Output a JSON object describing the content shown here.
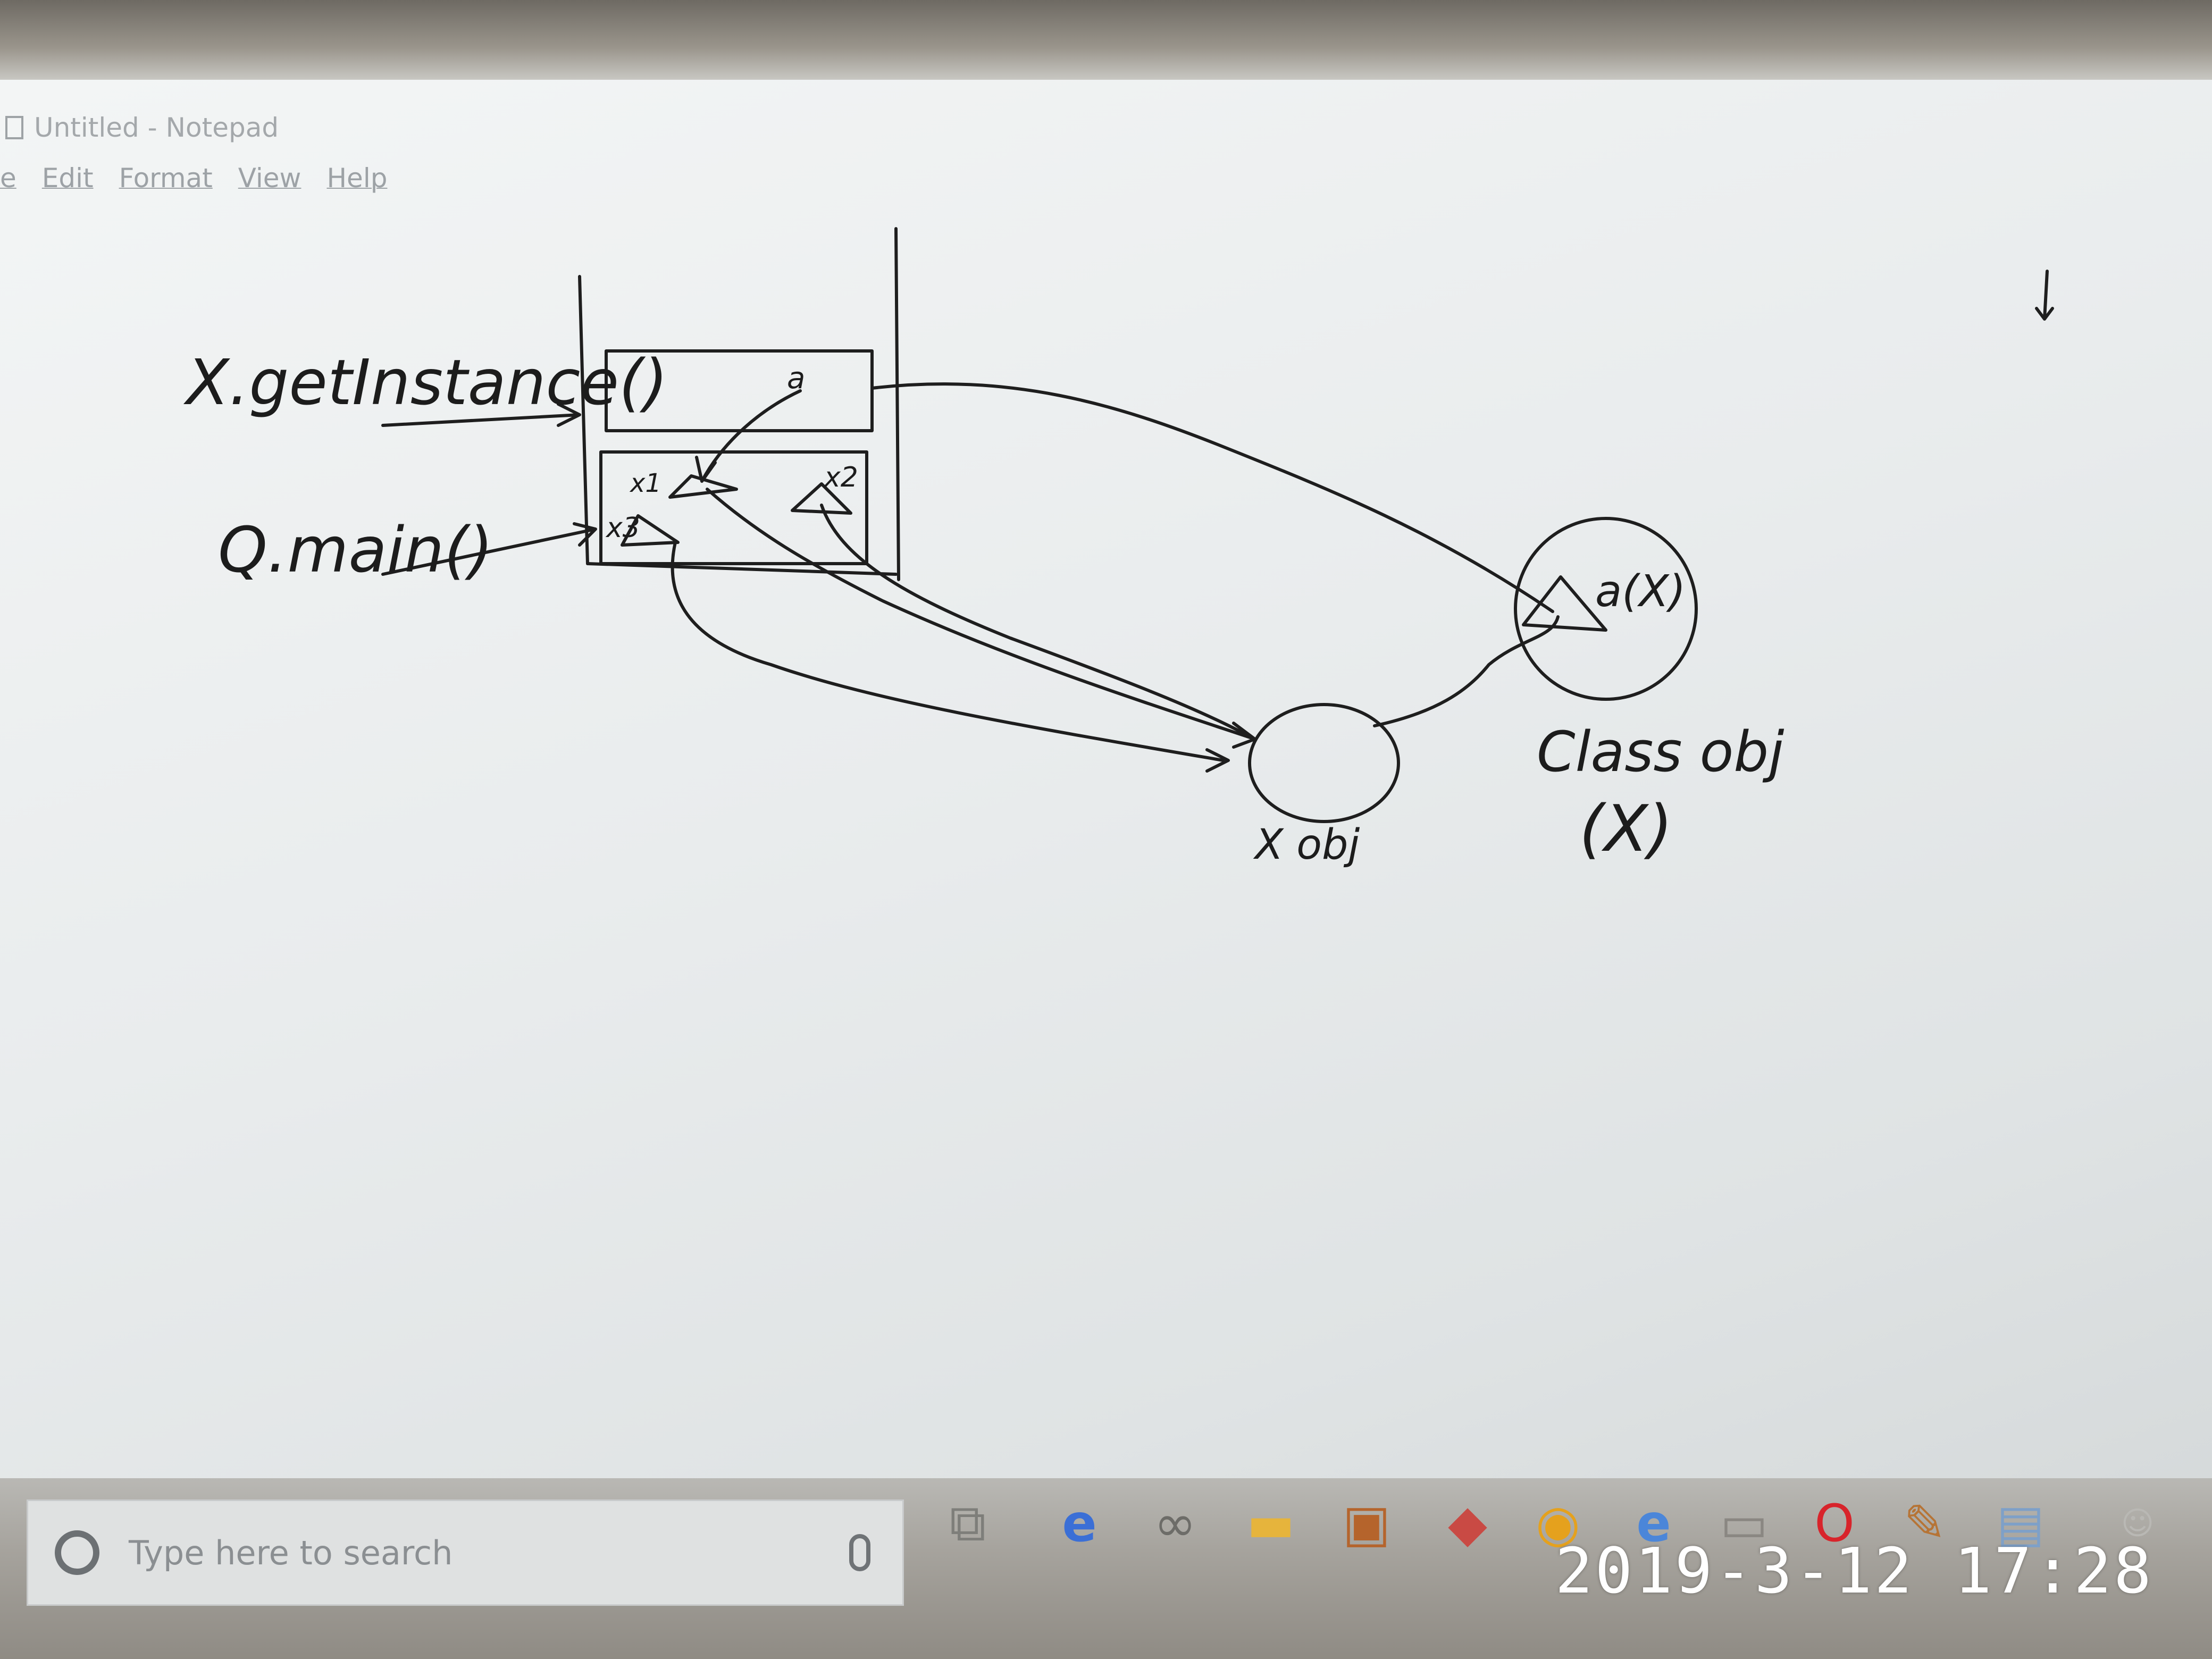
{
  "window": {
    "title": "Untitled - Notepad"
  },
  "menu": [
    "e",
    "Edit",
    "Format",
    "View",
    "Help"
  ],
  "whiteboard": {
    "call_get_instance": "X.getInstance()",
    "call_main": "Q.main()",
    "frame_label_a": "a",
    "frame_label_x1": "x1",
    "frame_label_x2": "x2",
    "frame_label_x3": "x3",
    "class_obj_field": "a(X)",
    "class_obj_label": "Class obj",
    "class_obj_type": "(X)",
    "x_obj_label": "X obj"
  },
  "taskbar": {
    "search_placeholder": "Type here to search",
    "icons": [
      "task-view-icon",
      "edge-icon",
      "infinity-icon",
      "file-explorer-icon",
      "store-icon",
      "app-icon",
      "chrome-icon",
      "internet-explorer-icon",
      "window-icon",
      "opera-icon",
      "tool-icon",
      "notepad-icon",
      "people-icon"
    ]
  },
  "timestamp": "2019-3-12 17:28",
  "colors": {
    "edge": "#3b6fd6",
    "chrome": "#e5a11d",
    "opera": "#d8242b",
    "explorer": "#e6b43c"
  }
}
